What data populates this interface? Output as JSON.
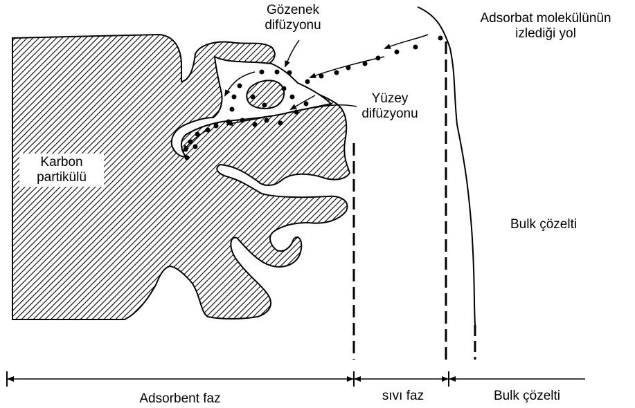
{
  "labels": {
    "pore_diffusion_l1": "Gözenek",
    "pore_diffusion_l2": "difüzyonu",
    "molecule_path_l1": "Adsorbat molekülünün",
    "molecule_path_l2": "izlediği yol",
    "surface_diffusion_l1": "Yüzey",
    "surface_diffusion_l2": "difüzyonu",
    "carbon_particle_l1": "Karbon",
    "carbon_particle_l2": "partikülü",
    "bulk_solution": "Bulk çözelti"
  },
  "scale": {
    "adsorbent_phase": "Adsorbent faz",
    "liquid_phase": "sıvı faz",
    "bulk_solution": "Bulk çözelti"
  },
  "colors": {
    "ink": "#000000",
    "background": "#ffffff"
  }
}
